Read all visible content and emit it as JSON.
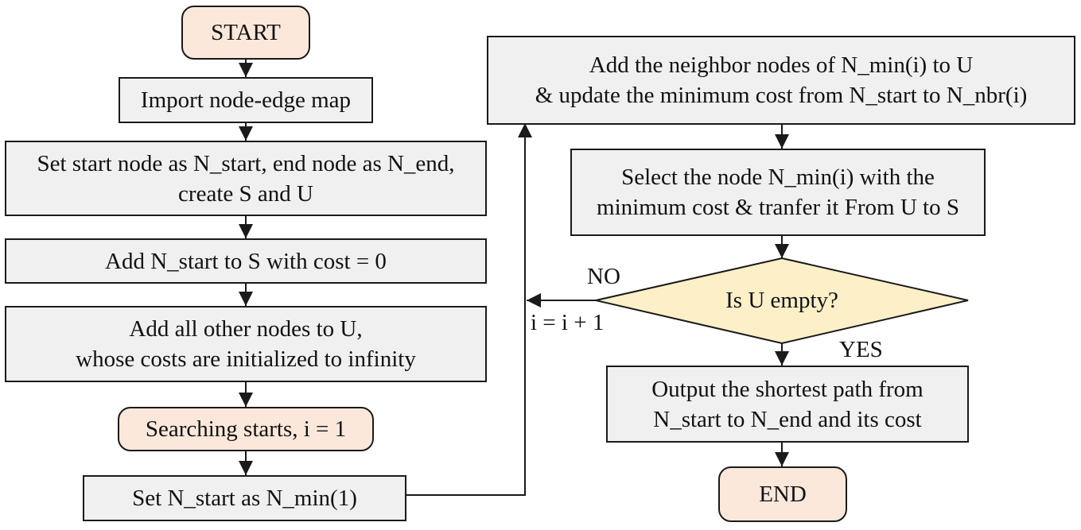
{
  "nodes": {
    "start": "START",
    "import_map": "Import node-edge map",
    "set_start_line1": "Set start node as N_start, end node as N_end,",
    "set_start_line2": "create S and U",
    "add_start": "Add N_start to S with cost = 0",
    "add_others_line1": "Add all other nodes to U,",
    "add_others_line2": "whose costs are initialized to infinity",
    "searching": "Searching starts, i = 1",
    "set_min": "Set N_start as N_min(1)",
    "add_neighbors_line1": "Add the neighbor nodes of N_min(i) to U",
    "add_neighbors_line2": "& update the minimum cost from N_start to N_nbr(i)",
    "select_min_line1": "Select the node N_min(i) with the",
    "select_min_line2": "minimum cost & tranfer it From U to S",
    "decision": "Is U empty?",
    "output_line1": "Output the shortest path from",
    "output_line2": "N_start to N_end and its cost",
    "end": "END"
  },
  "edge_labels": {
    "no": "NO",
    "increment": "i = i + 1",
    "yes": "YES"
  },
  "colors": {
    "terminal_fill": "#fce8db",
    "process_fill": "#f0f0f0",
    "decision_fill": "#fdf0c8",
    "stroke": "#1a1a1a"
  }
}
